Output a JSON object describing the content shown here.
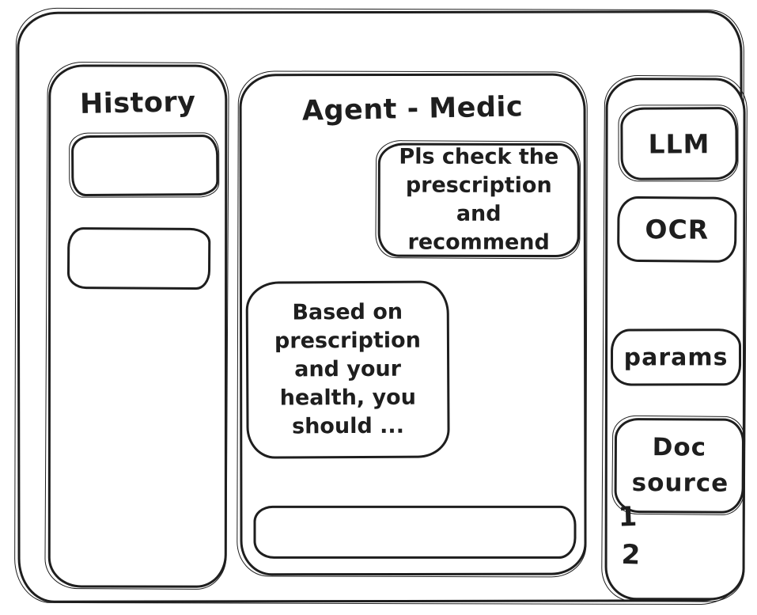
{
  "colors": {
    "stroke": "#1e1e1e",
    "background": "#ffffff"
  },
  "history_sidebar": {
    "title": "History",
    "items": [
      {
        "label": ""
      },
      {
        "label": ""
      }
    ]
  },
  "chat": {
    "title": "Agent - Medic",
    "messages": [
      {
        "role": "user",
        "text": "Pls check the prescription and recommend"
      },
      {
        "role": "agent",
        "text": "Based on prescription and your health, you should ..."
      }
    ],
    "input_value": ""
  },
  "tools_sidebar": {
    "buttons": [
      {
        "label": "LLM"
      },
      {
        "label": "OCR"
      },
      {
        "label": "params"
      },
      {
        "label": "Doc source"
      }
    ],
    "doc_source_items": [
      {
        "label": "1"
      },
      {
        "label": "2"
      }
    ]
  }
}
